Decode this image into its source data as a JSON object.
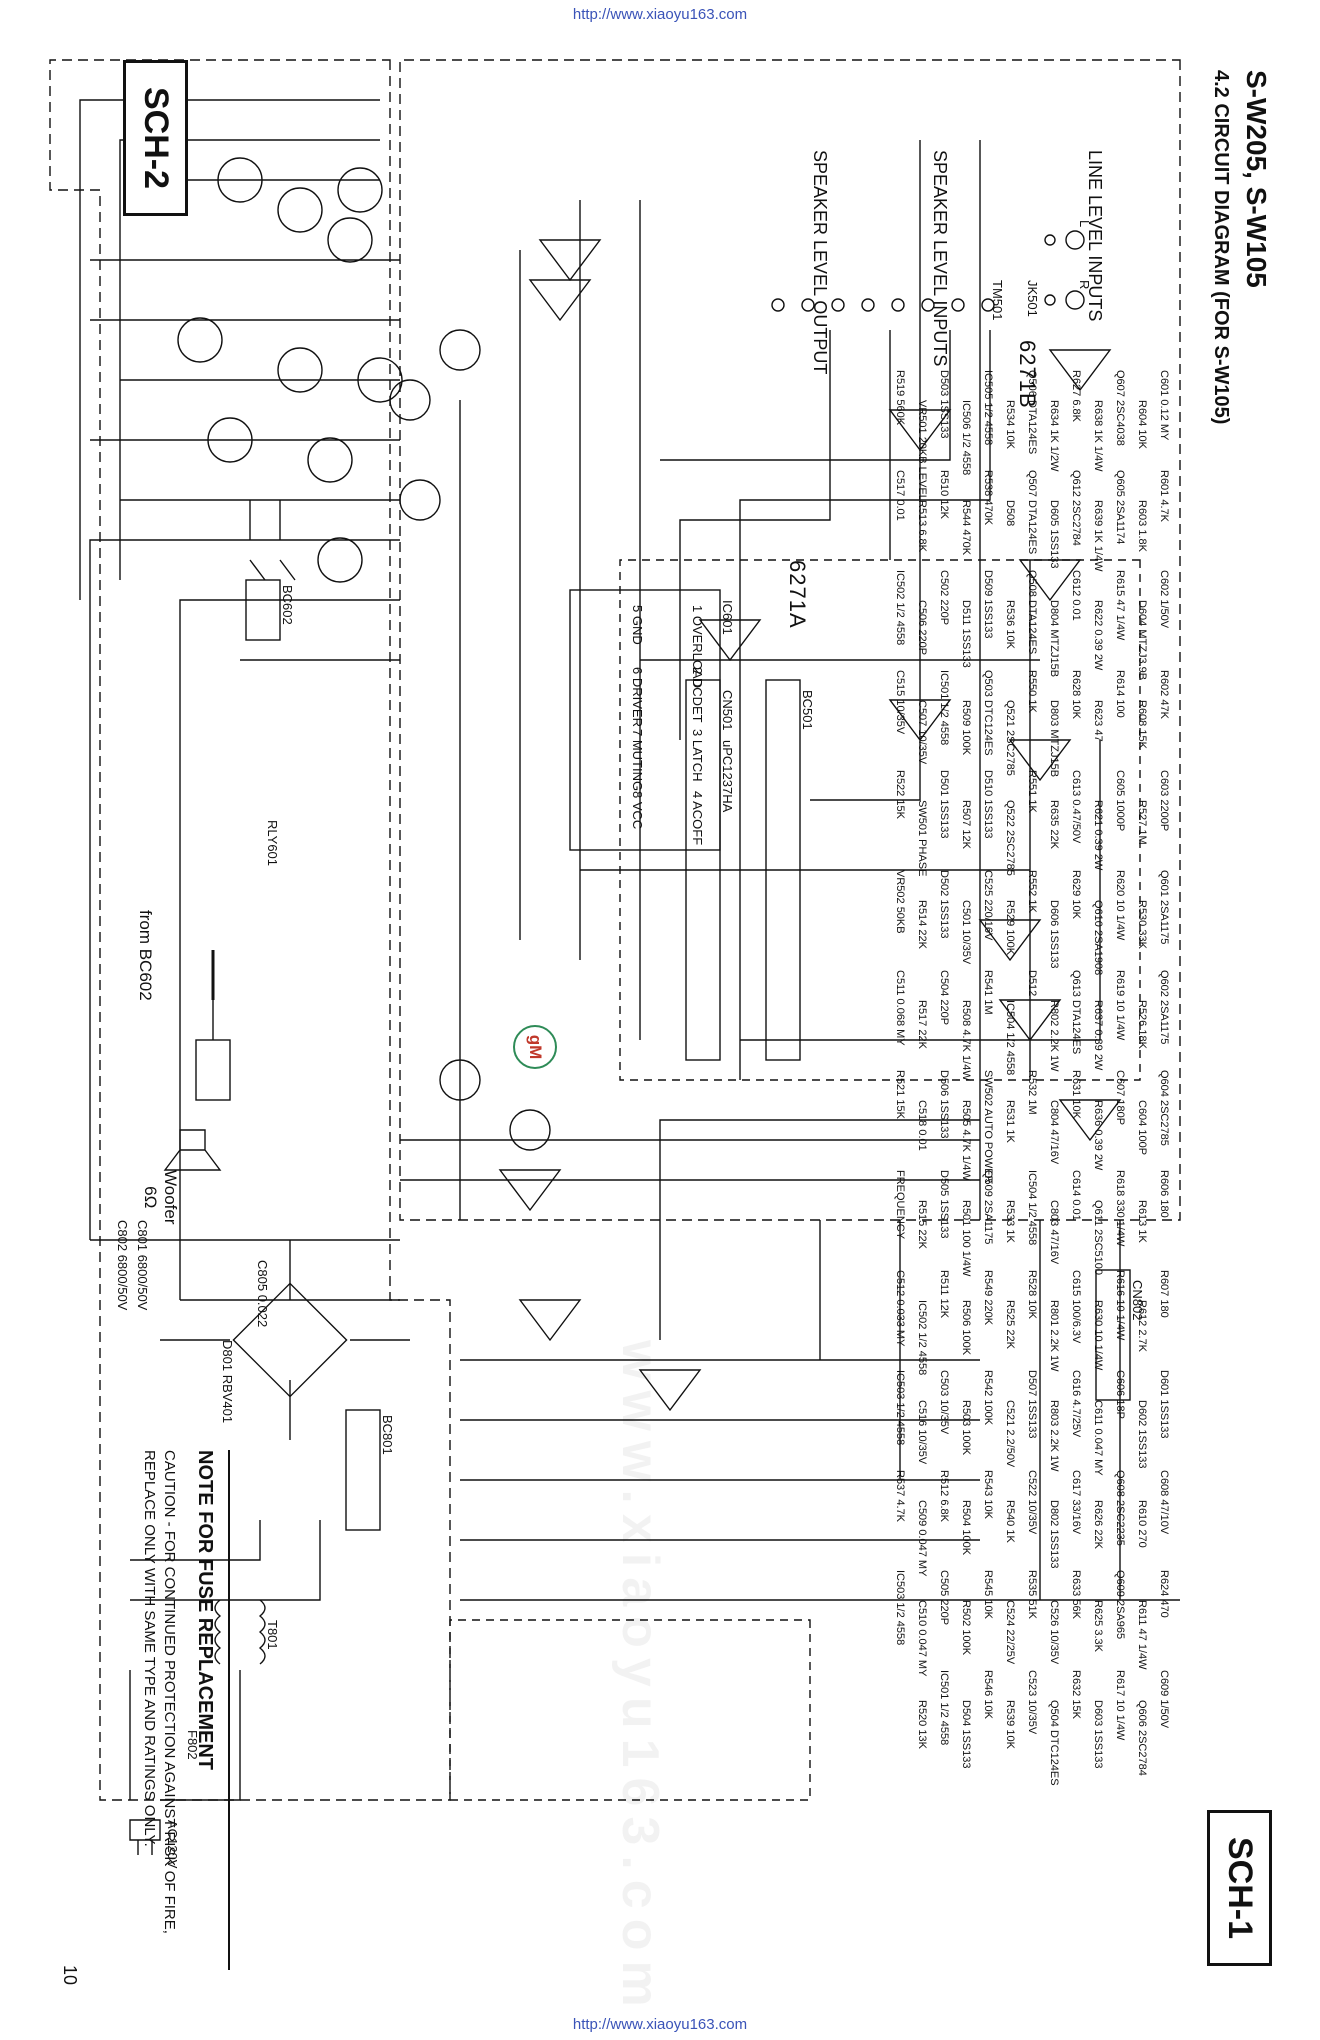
{
  "watermark_url": "http://www.xiaoyu163.com",
  "page_number": "10",
  "model": "S-W205, S-W105",
  "subtitle": "4.2 CIRCUIT DIAGRAM  (FOR S-W105)",
  "sch1_label": "SCH-1",
  "sch2_label": "SCH-2",
  "watermark_text": "www.xiaoyu163.com",
  "inputs": {
    "line": "LINE LEVEL INPUTS",
    "speaker_in": "SPEAKER LEVEL INPUTS",
    "speaker_out": "SPEAKER LEVEL OUTPUT",
    "r": "R",
    "l": "L",
    "jack": "JK501",
    "tm": "TM501"
  },
  "ic_names": {
    "a": "6271B",
    "b": "6271A",
    "c601": "IC601",
    "c601_part": "uPC1237HA"
  },
  "ic601_pins": [
    "OVERLOAD",
    "DCDET",
    "LATCH",
    "ACOFF",
    "GND",
    "DRIVER",
    "MUTING",
    "VCC"
  ],
  "connectors": {
    "bc501": "BC501",
    "cn501": "CN501",
    "bc602": "BC602",
    "cn802": "CN802",
    "bc801": "BC801"
  },
  "power": {
    "ac": "AC120V",
    "f802": "F802",
    "t801": "T801",
    "d801": "D801 RBV401",
    "c801": "C801 6800/50V",
    "c802": "C802 6800/50V",
    "c805": "C805 0.022"
  },
  "woofer": {
    "from": "from BC602",
    "label": "Woofer",
    "ohm": "6Ω"
  },
  "relay": "RLY601",
  "gm_mark": "gM",
  "component_labels": [
    {
      "t": "C601 0.12 MY"
    },
    {
      "t": "R601 4.7K"
    },
    {
      "t": "C602 1/50V"
    },
    {
      "t": "R602 47K"
    },
    {
      "t": "C603 2200P"
    },
    {
      "t": "Q601 2SA1175"
    },
    {
      "t": "Q602 2SA1175"
    },
    {
      "t": "Q604 2SC2785"
    },
    {
      "t": "R606 180"
    },
    {
      "t": "R607 180"
    },
    {
      "t": "D601 1SS133"
    },
    {
      "t": "C608 47/10V"
    },
    {
      "t": "R624 470"
    },
    {
      "t": "C609 1/50V"
    },
    {
      "t": "R604 10K"
    },
    {
      "t": "R603 1.8K"
    },
    {
      "t": "D604 MTZJ3.9B"
    },
    {
      "t": "R608 15K"
    },
    {
      "t": "R527 1M"
    },
    {
      "t": "R530 33K"
    },
    {
      "t": "R526 18K"
    },
    {
      "t": "C604 100P"
    },
    {
      "t": "R613 1K"
    },
    {
      "t": "R612 2.7K"
    },
    {
      "t": "D602 1SS133"
    },
    {
      "t": "R610 270"
    },
    {
      "t": "R611 47 1/4W"
    },
    {
      "t": "Q606 2SC2784"
    },
    {
      "t": "Q607 2SC4038"
    },
    {
      "t": "Q605 2SA1174"
    },
    {
      "t": "R615 47 1/4W"
    },
    {
      "t": "R614 100"
    },
    {
      "t": "C605 1000P"
    },
    {
      "t": "R620 10 1/4W"
    },
    {
      "t": "R619 10 1/4W"
    },
    {
      "t": "C607 180P"
    },
    {
      "t": "R618 330 1/4W"
    },
    {
      "t": "R616 10 1/4W"
    },
    {
      "t": "C606 18P"
    },
    {
      "t": "Q608 2SC2235"
    },
    {
      "t": "Q609 2SA965"
    },
    {
      "t": "R617 10 1/4W"
    },
    {
      "t": "R638 1K 1/4W"
    },
    {
      "t": "R639 1K 1/4W"
    },
    {
      "t": "R622 0.39 2W"
    },
    {
      "t": "R623 47"
    },
    {
      "t": "R621 0.39 2W"
    },
    {
      "t": "Q610 2SA1908"
    },
    {
      "t": "R637 0.39 2W"
    },
    {
      "t": "R636 0.39 2W"
    },
    {
      "t": "Q611 2SC5100"
    },
    {
      "t": "R630 10 1/4W"
    },
    {
      "t": "C611 0.047 MY"
    },
    {
      "t": "R626 22K"
    },
    {
      "t": "R625 3.3K"
    },
    {
      "t": "D603 1SS133"
    },
    {
      "t": "R627 6.8K"
    },
    {
      "t": "Q612 2SC2784"
    },
    {
      "t": "C612 0.01"
    },
    {
      "t": "R628 10K"
    },
    {
      "t": "C613 0.47/50V"
    },
    {
      "t": "R629 10K"
    },
    {
      "t": "Q613 DTA124ES"
    },
    {
      "t": "R631 10K"
    },
    {
      "t": "C614 0.01"
    },
    {
      "t": "C615 100/6.3V"
    },
    {
      "t": "C616 4.7/25V"
    },
    {
      "t": "C617 33/16V"
    },
    {
      "t": "R633 56K"
    },
    {
      "t": "R632 15K"
    },
    {
      "t": "R634 1K 1/2W"
    },
    {
      "t": "D605 1SS133"
    },
    {
      "t": "D804 MTZJ15B"
    },
    {
      "t": "D803 MTZJ15B"
    },
    {
      "t": "R635 22K"
    },
    {
      "t": "D606 1SS133"
    },
    {
      "t": "R802 2.2K 1W"
    },
    {
      "t": "C804 47/16V"
    },
    {
      "t": "C803 47/16V"
    },
    {
      "t": "R801 2.2K 1W"
    },
    {
      "t": "R803 2.2K 1W"
    },
    {
      "t": "D802 1SS133"
    },
    {
      "t": "C526 10/35V"
    },
    {
      "t": "Q504 DTC124ES"
    },
    {
      "t": "Q506 DTA124ES"
    },
    {
      "t": "Q507 DTA124ES"
    },
    {
      "t": "Q508 DTA124ES"
    },
    {
      "t": "R550 1K"
    },
    {
      "t": "R551 1K"
    },
    {
      "t": "R552 1K"
    },
    {
      "t": "D512"
    },
    {
      "t": "R532 1M"
    },
    {
      "t": "IC504 1/2 4558"
    },
    {
      "t": "R528 10K"
    },
    {
      "t": "D507 1SS133"
    },
    {
      "t": "C522 10/35V"
    },
    {
      "t": "R535 51K"
    },
    {
      "t": "C523 10/35V"
    },
    {
      "t": "R534 10K"
    },
    {
      "t": "D508"
    },
    {
      "t": "R536 10K"
    },
    {
      "t": "Q521 2SC2785"
    },
    {
      "t": "Q522 2SC2785"
    },
    {
      "t": "R529 100K"
    },
    {
      "t": "IC504 1/2 4558"
    },
    {
      "t": "R531 1K"
    },
    {
      "t": "R533 1K"
    },
    {
      "t": "R525 22K"
    },
    {
      "t": "C521 2.2/50V"
    },
    {
      "t": "R540 1K"
    },
    {
      "t": "C524 22/25V"
    },
    {
      "t": "R539 10K"
    },
    {
      "t": "IC505 1/2 4558"
    },
    {
      "t": "R538 470K"
    },
    {
      "t": "D509 1SS133"
    },
    {
      "t": "Q503 DTC124ES"
    },
    {
      "t": "D510 1SS133"
    },
    {
      "t": "C525 220/16V"
    },
    {
      "t": "R541 1M"
    },
    {
      "t": "SW502 AUTO POWER"
    },
    {
      "t": "Q509 2SA1175"
    },
    {
      "t": "R549 220K"
    },
    {
      "t": "R542 100K"
    },
    {
      "t": "R543 10K"
    },
    {
      "t": "R545 10K"
    },
    {
      "t": "R546 10K"
    },
    {
      "t": "IC506 1/2 4558"
    },
    {
      "t": "R544 470K"
    },
    {
      "t": "D511 1SS133"
    },
    {
      "t": "R509 100K"
    },
    {
      "t": "R507 12K"
    },
    {
      "t": "C501 10/35V"
    },
    {
      "t": "R508 4.7K 1/4W"
    },
    {
      "t": "R505 4.7K 1/4W"
    },
    {
      "t": "R501 100 1/4W"
    },
    {
      "t": "R506 100K"
    },
    {
      "t": "R503 100K"
    },
    {
      "t": "R504 100K"
    },
    {
      "t": "R502 100K"
    },
    {
      "t": "D504 1SS133"
    },
    {
      "t": "D503 1SS133"
    },
    {
      "t": "R510 12K"
    },
    {
      "t": "C502 220P"
    },
    {
      "t": "IC501 1/2 4558"
    },
    {
      "t": "D501 1SS133"
    },
    {
      "t": "D502 1SS133"
    },
    {
      "t": "C504 220P"
    },
    {
      "t": "D506 1SS133"
    },
    {
      "t": "D505 1SS133"
    },
    {
      "t": "R511 12K"
    },
    {
      "t": "C503 10/35V"
    },
    {
      "t": "R512 6.8K"
    },
    {
      "t": "C505 220P"
    },
    {
      "t": "IC501 1/2 4558"
    },
    {
      "t": "VR501 20KB LEVEL"
    },
    {
      "t": "R513 6.8K"
    },
    {
      "t": "C506 220P"
    },
    {
      "t": "C507 10/35V"
    },
    {
      "t": "SW501 PHASE"
    },
    {
      "t": "R514 22K"
    },
    {
      "t": "R517 22K"
    },
    {
      "t": "C518 0.01"
    },
    {
      "t": "R515 22K"
    },
    {
      "t": "IC502 1/2 4558"
    },
    {
      "t": "C516 10/35V"
    },
    {
      "t": "C509 0.047 MY"
    },
    {
      "t": "C510 0.047 MY"
    },
    {
      "t": "R520 13K"
    },
    {
      "t": "R519 560K"
    },
    {
      "t": "C517 0.01"
    },
    {
      "t": "IC502 1/2 4558"
    },
    {
      "t": "C515 10/35V"
    },
    {
      "t": "R522 15K"
    },
    {
      "t": "VR502 50KB"
    },
    {
      "t": "C511 0.068 MY"
    },
    {
      "t": "R521 15K"
    },
    {
      "t": "FREQUENCY"
    },
    {
      "t": "C512 0.033 MY"
    },
    {
      "t": "IC503 1/2 4558"
    },
    {
      "t": "R537 4.7K"
    },
    {
      "t": "IC503 1/2 4558"
    }
  ]
}
